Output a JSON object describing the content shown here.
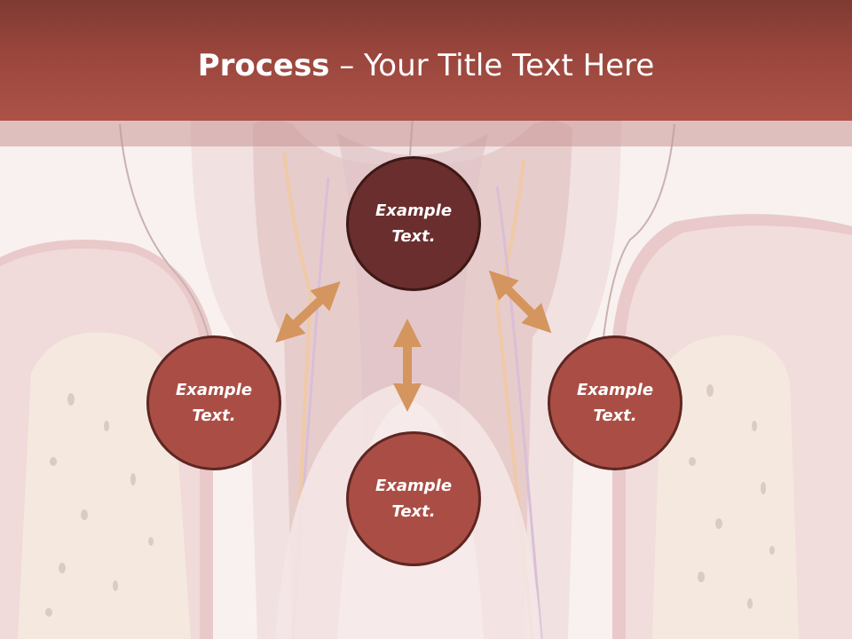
{
  "title": {
    "bold": "Process",
    "rest": " – Your Title Text Here"
  },
  "nodes": {
    "top": {
      "line1": "Example",
      "line2": "Text."
    },
    "left": {
      "line1": "Example",
      "line2": "Text."
    },
    "right": {
      "line1": "Example",
      "line2": "Text."
    },
    "bottom": {
      "line1": "Example",
      "line2": "Text."
    }
  },
  "colors": {
    "header": "#9a463d",
    "node_dark": "#6a2e2e",
    "node": "#aa4e45",
    "arrow": "#d4955e"
  }
}
